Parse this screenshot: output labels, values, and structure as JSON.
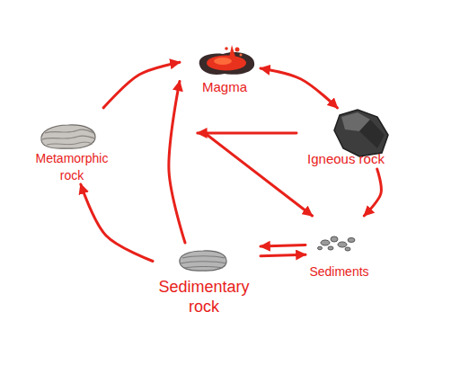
{
  "diagram": {
    "nodes": [
      {
        "text": [
          "Magma"
        ]
      },
      {
        "text": [
          "Igneous rock"
        ]
      },
      {
        "text": [
          "Sediments"
        ]
      },
      {
        "text": [
          "Sedimentary rock"
        ]
      },
      {
        "text": [
          "Metamorphic rock"
        ]
      }
    ],
    "edges": [
      {
        "from": 4,
        "to": 0,
        "arrow": "to"
      },
      {
        "from": 0,
        "to": 1,
        "arrow": "both"
      },
      {
        "from": 1,
        "to": 0,
        "arrow": "to"
      },
      {
        "from": 0,
        "to": 2,
        "arrow": "to"
      },
      {
        "from": 1,
        "to": 2,
        "arrow": "to"
      },
      {
        "from": 3,
        "to": 0,
        "arrow": "to"
      },
      {
        "from": 2,
        "to": 3,
        "arrow": "to"
      },
      {
        "from": 3,
        "to": 2,
        "arrow": "to"
      },
      {
        "from": 3,
        "to": 4,
        "arrow": "to"
      }
    ]
  }
}
